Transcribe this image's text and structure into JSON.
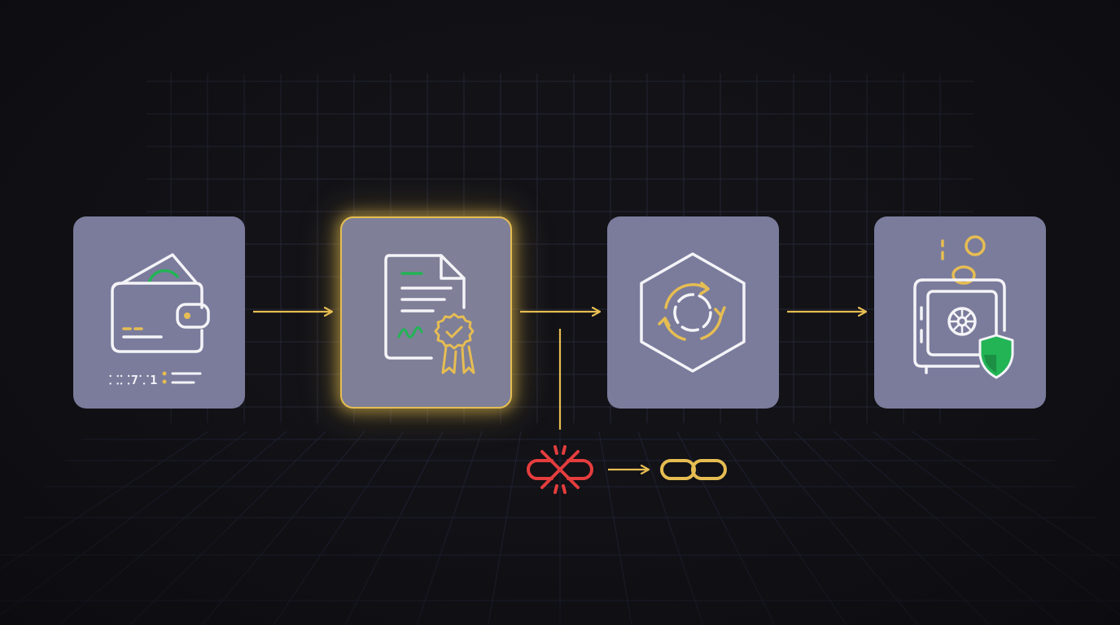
{
  "diagram": {
    "steps": [
      {
        "id": "wallet",
        "icon": "wallet-icon",
        "code_label": "⸬⸬7⸪1",
        "active": false
      },
      {
        "id": "contract",
        "icon": "certified-document-icon",
        "active": true
      },
      {
        "id": "exchange",
        "icon": "hexagon-cycle-icon",
        "active": false
      },
      {
        "id": "vault",
        "icon": "safe-shield-icon",
        "active": false
      }
    ],
    "branch": {
      "from_icon": "broken-link-icon",
      "to_icon": "chain-link-icon"
    }
  },
  "colors": {
    "background": "#121217",
    "card": "#7b7c9c",
    "icon_stroke": "#f4f4f8",
    "accent_gold": "#e6bd52",
    "accent_green": "#22b455",
    "error_red": "#e43d3d",
    "grid": "#2a2c3d"
  }
}
